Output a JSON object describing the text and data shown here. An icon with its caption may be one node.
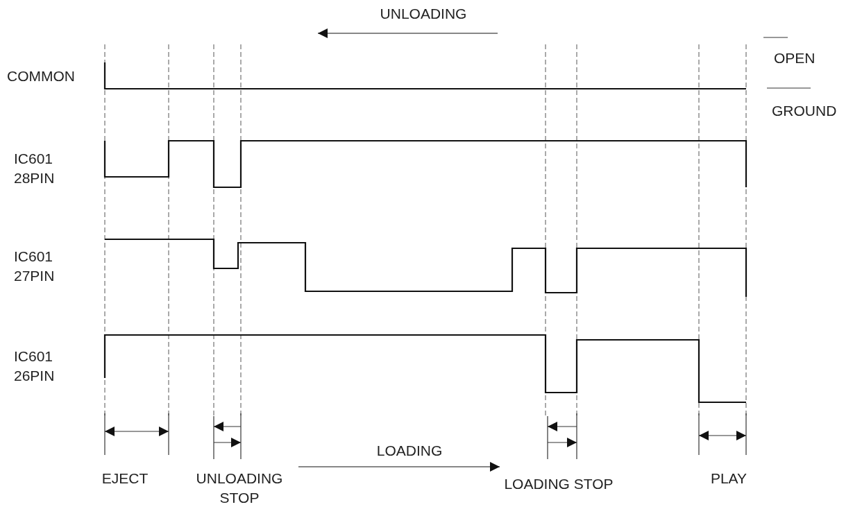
{
  "diagram": {
    "labels": [
      "UNLOADING",
      "COMMON",
      "IC601 28PIN",
      "IC601 27PIN",
      "IC601 26PIN",
      "EJECT",
      "UNLOADING STOP",
      "LOADING",
      "LOADING STOP",
      "PLAY"
    ],
    "legend": [
      {
        "text": "OPEN"
      },
      {
        "text": "GROUND"
      }
    ]
  }
}
